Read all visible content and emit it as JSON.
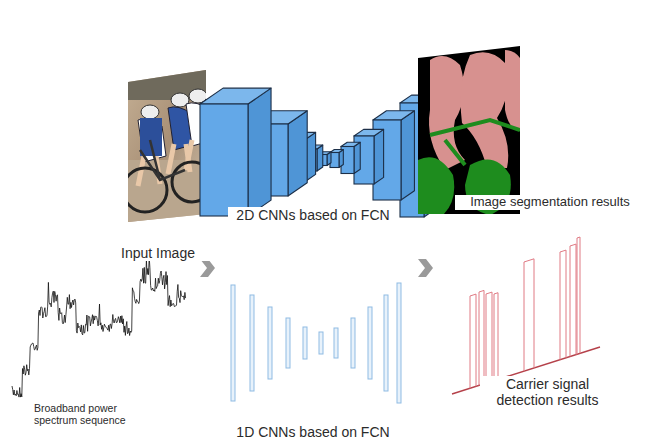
{
  "diagram": {
    "labels": [
      "2D CNNs based on FCN",
      "Image segmentation results",
      "Input Image",
      "Broadband power spectrum sequence",
      "1D CNNs based on FCN",
      "Carrier signal detection results"
    ]
  }
}
